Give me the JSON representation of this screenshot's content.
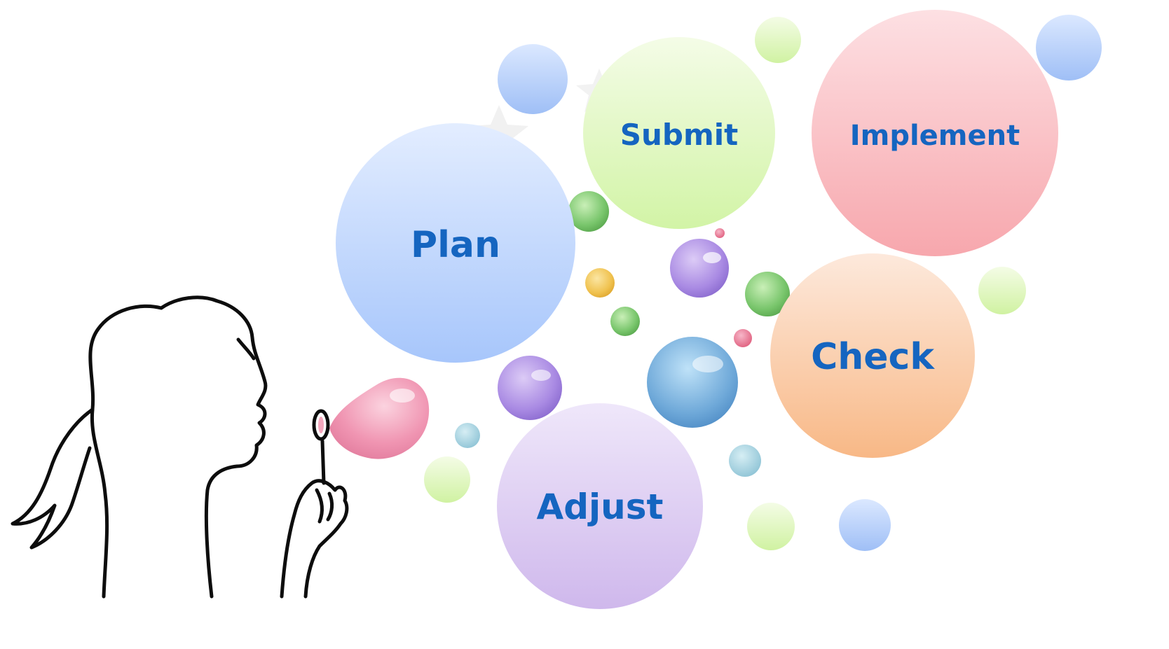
{
  "diagram": {
    "steps": [
      {
        "label": "Plan",
        "color_top": "#e3edff",
        "color_bottom": "#a7c6fb"
      },
      {
        "label": "Submit",
        "color_top": "#f4fce7",
        "color_bottom": "#d2f4a6"
      },
      {
        "label": "Implement",
        "color_top": "#fde0e3",
        "color_bottom": "#f7a7ad"
      },
      {
        "label": "Check",
        "color_top": "#fde9dc",
        "color_bottom": "#f8b886"
      },
      {
        "label": "Adjust",
        "color_top": "#efe7fa",
        "color_bottom": "#cfb8ec"
      }
    ],
    "label_color": "#1565c0",
    "figure_stroke": "#0d0d0d"
  }
}
